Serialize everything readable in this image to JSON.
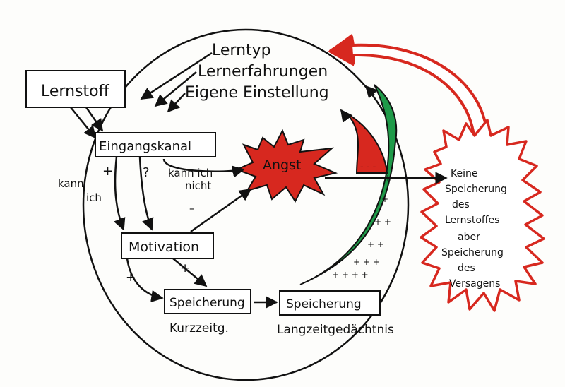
{
  "diagram": {
    "nodes": {
      "lernstoff": "Lernstoff",
      "eingangskanal": "Eingangskanal",
      "motivation": "Motivation",
      "speicherung_kurz": "Speicherung",
      "speicherung_lang": "Speicherung",
      "angst": "Angst"
    },
    "labels": {
      "lerntyp": "Lerntyp",
      "lernerfahrungen": "Lernerfahrungen",
      "eigene_einstellung": "Eigene Einstellung",
      "kurzzeitg": "Kurzzeitg.",
      "langzeitgedaechtnis": "Langzeitgedächtnis",
      "kann_ich_nicht_1": "kann ich",
      "kann_ich_nicht_2": "nicht",
      "kann_ich_1": "kann",
      "kann_ich_2": "ich",
      "plus_1": "+",
      "plus_2": "+",
      "plus_3": "+",
      "question": "?",
      "minus_1": "–",
      "minus_2": "–",
      "minus_3": "–"
    },
    "burst_lines": [
      "Keine",
      "Speicherung",
      "des",
      "Lernstoffes",
      "aber",
      "Speicherung",
      "des",
      "Versagens"
    ],
    "colors": {
      "ink": "#111111",
      "red": "#d7281f",
      "green": "#1f9a49"
    }
  }
}
